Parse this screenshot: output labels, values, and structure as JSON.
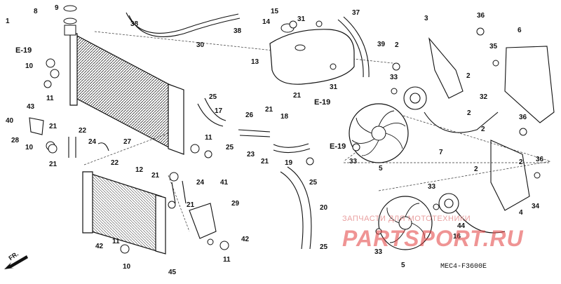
{
  "diagram": {
    "code": "MEC4-F3600E",
    "front_label": "FR.",
    "watermark_top": "ЗАПЧАСТИ ДЛЯ МОТОТЕХНИКИ",
    "watermark_main": "PARTSPORT.RU",
    "ref_labels": [
      "E-19",
      "E-19",
      "E-19"
    ],
    "callouts": [
      "1",
      "8",
      "9",
      "10",
      "10",
      "10",
      "11",
      "11",
      "11",
      "11",
      "12",
      "13",
      "14",
      "15",
      "16",
      "17",
      "18",
      "19",
      "20",
      "21",
      "21",
      "21",
      "21",
      "21",
      "21",
      "21",
      "22",
      "22",
      "23",
      "24",
      "24",
      "25",
      "25",
      "25",
      "25",
      "26",
      "27",
      "28",
      "29",
      "30",
      "31",
      "31",
      "32",
      "33",
      "33",
      "33",
      "33",
      "34",
      "35",
      "36",
      "36",
      "36",
      "37",
      "38",
      "38",
      "39",
      "40",
      "41",
      "42",
      "42",
      "43",
      "44",
      "45",
      "2",
      "2",
      "2",
      "2",
      "2",
      "2",
      "3",
      "4",
      "5",
      "5",
      "6",
      "7"
    ]
  }
}
